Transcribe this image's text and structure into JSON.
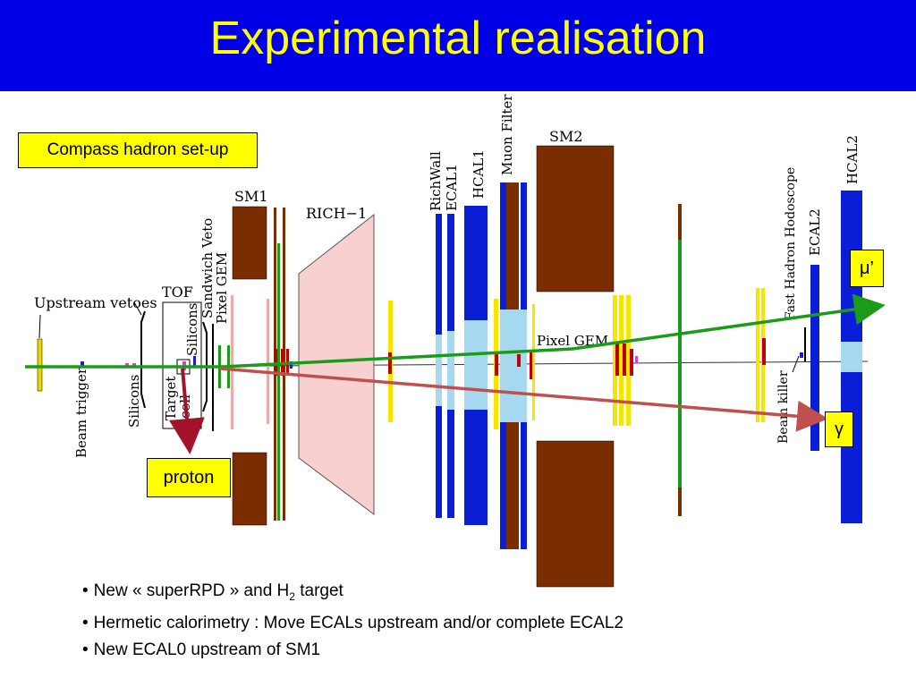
{
  "title": "Experimental realisation",
  "setup_label": "Compass hadron set-up",
  "particles": {
    "muon": "μ’",
    "gamma": "γ",
    "proton": "proton"
  },
  "detector_labels": {
    "upstream_vetoes": "Upstream vetoes",
    "beam_trigger": "Beam trigger",
    "silicons_upstream": "Silicons",
    "target": "Target",
    "cell": "cell",
    "tof": "TOF",
    "silicons": "Silicons",
    "pixel_gem_left": "Pixel GEM",
    "sandwich_veto": "Sandwich Veto",
    "sm1": "SM1",
    "rich1": "RICH−1",
    "richwall": "RichWall",
    "ecal1": "ECAL1",
    "hcal1": "HCAL1",
    "muon_filter": "Muon Filter",
    "sm2": "SM2",
    "pixel_gem_right": "Pixel GEM",
    "fast_hadron_hodoscope": "Fast Hadron Hodoscope",
    "beam_killer": "Beam killer",
    "ecal2": "ECAL2",
    "hcal2": "HCAL2"
  },
  "bullets": {
    "b1_pre": "New « superRPD » and H",
    "b1_sub": "2",
    "b1_post": " target",
    "b2": "Hermetic calorimetry : Move ECALs upstream and/or complete ECAL2",
    "b3": "New ECAL0 upstream of SM1"
  },
  "colors": {
    "header": "#0000e6",
    "title": "#ffff00",
    "label_box": "#ffff00",
    "magnet": "#7a2e00",
    "calorimeter": "#0a1ed6",
    "light_blue": "#a6d8f0",
    "green_track": "#1a9c1a",
    "red_track": "#c0504d",
    "proton_arrow": "#a3122a",
    "rich_fill": "#f8d0d0"
  }
}
